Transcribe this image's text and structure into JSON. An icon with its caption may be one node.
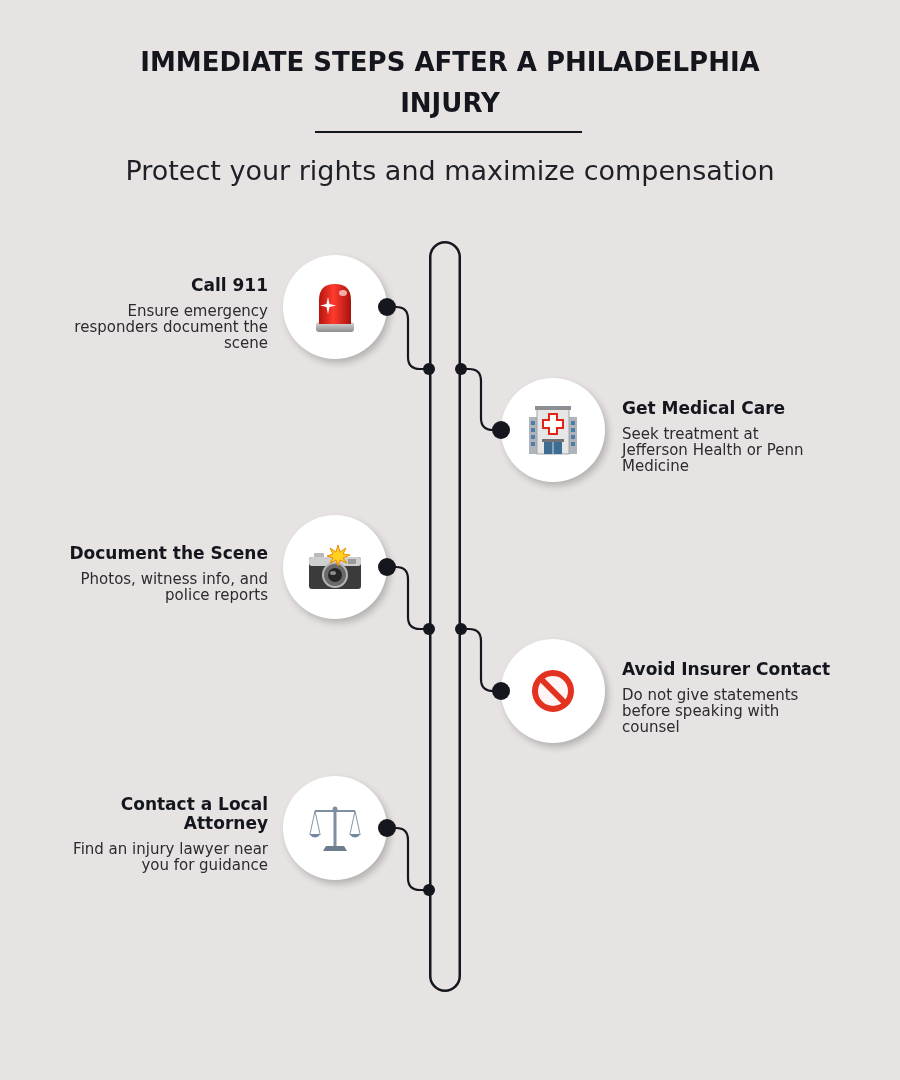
{
  "diagram": {
    "title": "IMMEDIATE STEPS AFTER A PHILADELPHIA INJURY",
    "nodes": [
      {
        "text": [],
        "shape": "bar"
      },
      {
        "text": [
          "Call 911",
          "Ensure emergency responders document the scene"
        ]
      },
      {
        "text": [
          "Get Medical Care",
          "Seek treatment at Jefferson Health or Penn Medicine"
        ]
      },
      {
        "text": [
          "Document the Scene",
          "Photos, witness info, and police reports"
        ]
      },
      {
        "text": [
          "Avoid Insurer Contact",
          "Do not give statements before speaking with counsel"
        ]
      },
      {
        "text": [
          "Contact a Local Attorney",
          "Find an injury lawyer near you for guidance"
        ]
      }
    ],
    "edges": [
      {
        "from": 1,
        "to": 0,
        "arrow": "other"
      },
      {
        "from": 2,
        "to": 0,
        "arrow": "other"
      },
      {
        "from": 3,
        "to": 0,
        "arrow": "other"
      },
      {
        "from": 4,
        "to": 0,
        "arrow": "other"
      },
      {
        "from": 5,
        "to": 0,
        "arrow": "other"
      }
    ],
    "labels": [
      "Protect your rights and maximize compensation"
    ]
  }
}
